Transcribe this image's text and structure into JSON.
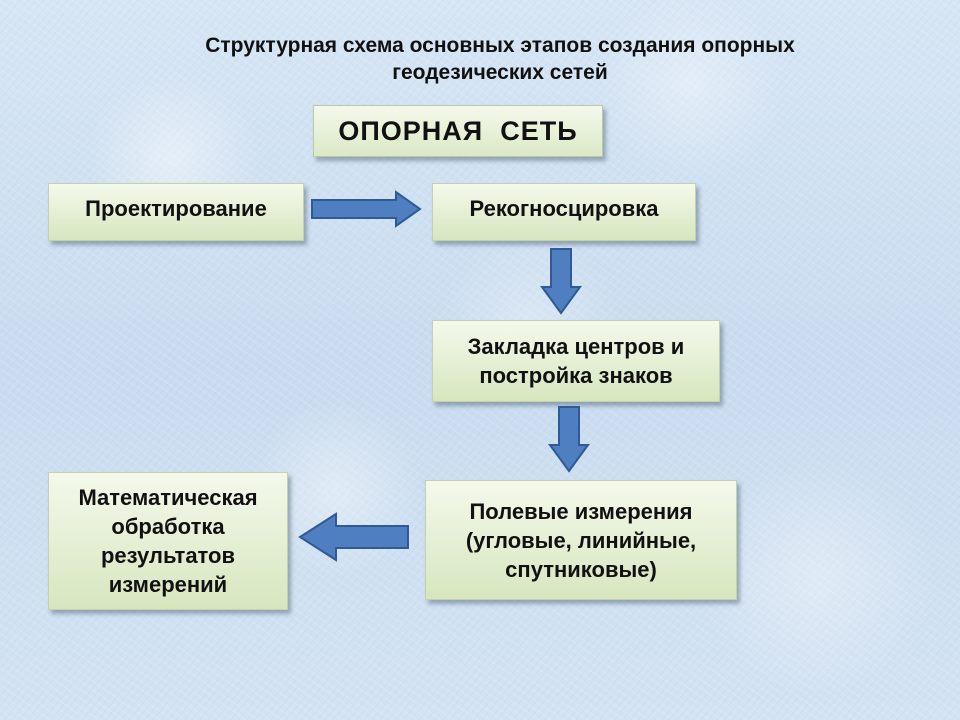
{
  "title": "Структурная схема основных этапов создания опорных\nгеодезических сетей",
  "heading": "ОПОРНАЯ  СЕТЬ",
  "steps": {
    "design": "Проектирование",
    "reconnaissance": "Рекогносцировка",
    "centers": "Закладка центров и\nпостройка знаков",
    "field": "Полевые измерения\n(угловые, линийные,\nспутниковые)",
    "math": "Математическая\nобработка\nрезультатов\nизмерений"
  },
  "colors": {
    "arrow_fill": "#4f7fc0",
    "arrow_stroke": "#2f5a95",
    "box_top": "#f4f9ec",
    "box_bottom": "#d7e6bf"
  }
}
